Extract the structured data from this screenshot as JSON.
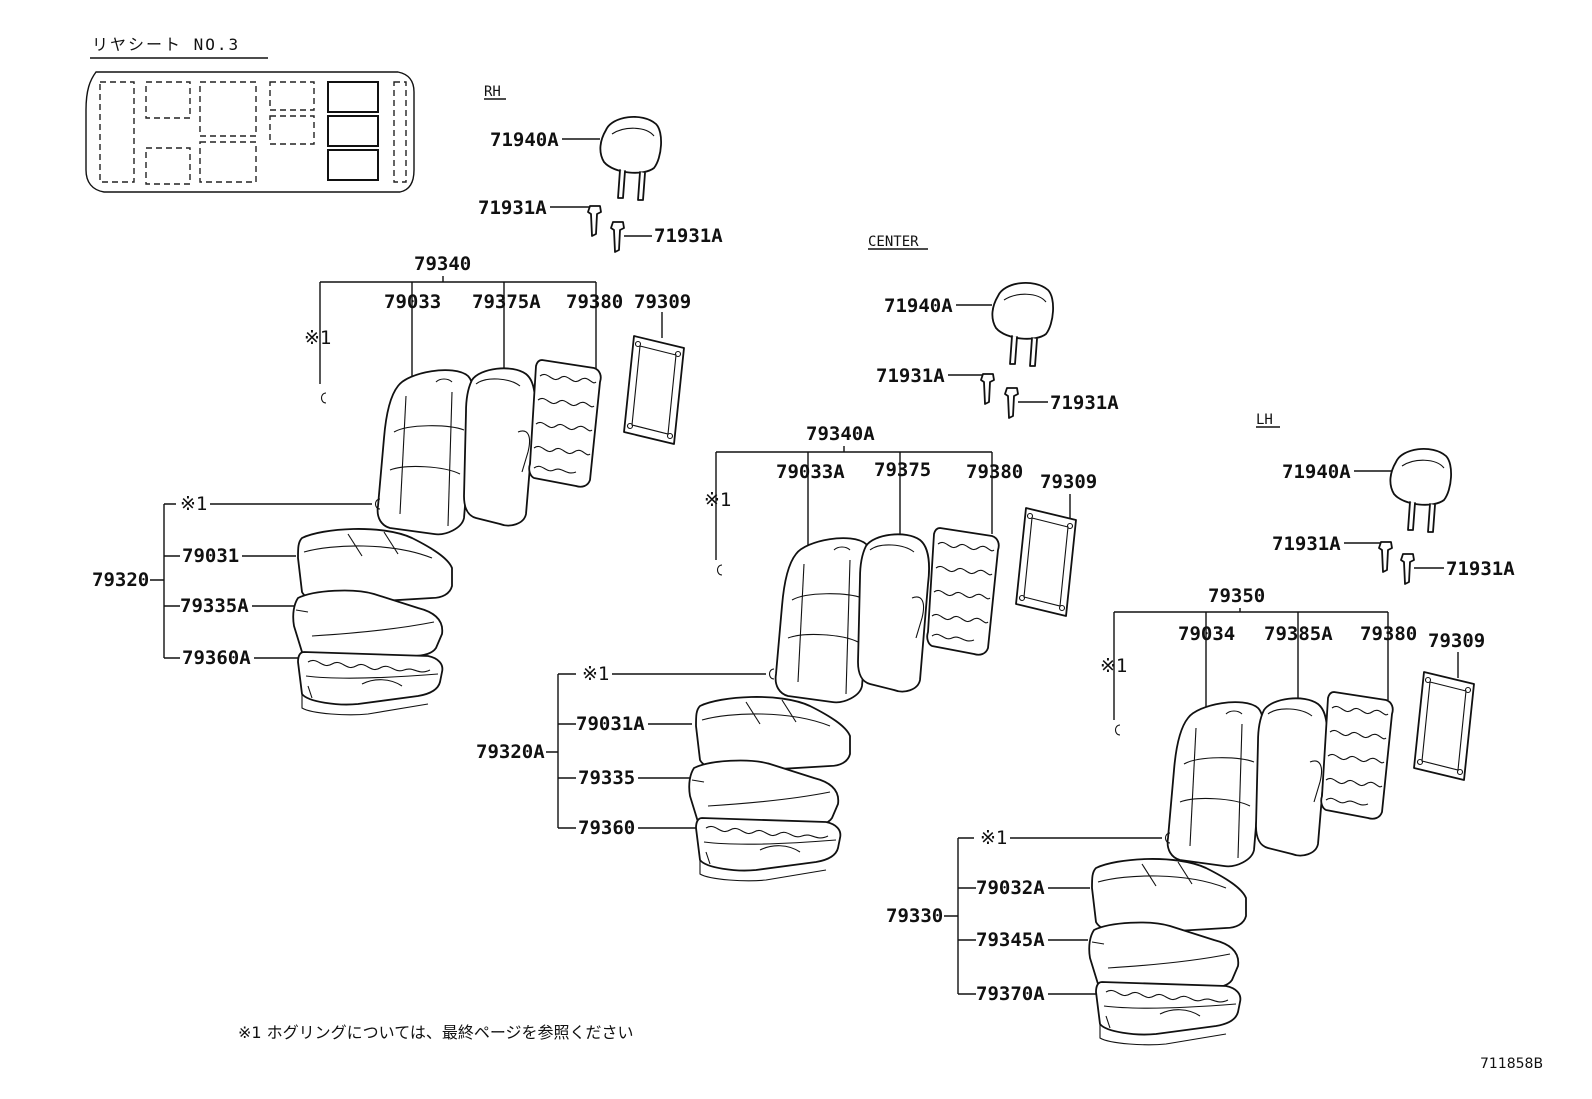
{
  "header": {
    "title": "リヤシート NO.3"
  },
  "sections": {
    "rh": "RH",
    "center": "CENTER",
    "lh": "LH"
  },
  "rh": {
    "headrest": "71940A",
    "guide_left": "71931A",
    "guide_right": "71931A",
    "back_assy": "79340",
    "back_cover": "79033",
    "back_pad": "79375A",
    "back_spring": "79380",
    "back_board": "79309",
    "hog_ring_mark": "※1",
    "cushion_hog_ring_mark": "※1",
    "cushion_assy": "79320",
    "cushion_cover": "79031",
    "cushion_pad": "79335A",
    "cushion_spring": "79360A"
  },
  "center": {
    "headrest": "71940A",
    "guide_left": "71931A",
    "guide_right": "71931A",
    "back_assy": "79340A",
    "back_cover": "79033A",
    "back_pad": "79375",
    "back_spring": "79380",
    "back_board": "79309",
    "hog_ring_mark": "※1",
    "cushion_hog_ring_mark": "※1",
    "cushion_assy": "79320A",
    "cushion_cover": "79031A",
    "cushion_pad": "79335",
    "cushion_spring": "79360"
  },
  "lh": {
    "headrest": "71940A",
    "guide_left": "71931A",
    "guide_right": "71931A",
    "back_assy": "79350",
    "back_cover": "79034",
    "back_pad": "79385A",
    "back_spring": "79380",
    "back_board": "79309",
    "hog_ring_mark": "※1",
    "cushion_hog_ring_mark": "※1",
    "cushion_assy": "79330",
    "cushion_cover": "79032A",
    "cushion_pad": "79345A",
    "cushion_spring": "79370A"
  },
  "footnote": "※1  ホグリングについては、最終ページを参照ください",
  "drawing_number": "711858B"
}
